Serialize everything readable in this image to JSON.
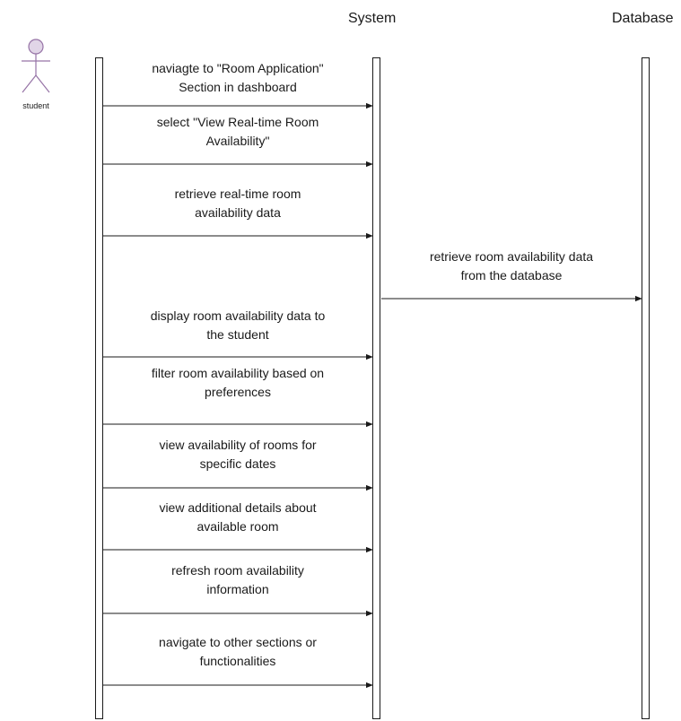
{
  "lanes": {
    "system": "System",
    "database": "Database"
  },
  "actor": {
    "label": "student",
    "icon": "stick-figure-icon",
    "fill": "#e1d5e7",
    "stroke": "#9673a6"
  },
  "messages": [
    {
      "line1": "naviagte to \"Room Application\"",
      "line2": "Section in dashboard",
      "from": "student",
      "to": "system"
    },
    {
      "line1": "select \"View Real-time Room",
      "line2": "Availability\"",
      "from": "student",
      "to": "system"
    },
    {
      "line1": "retrieve real-time room",
      "line2": "availability data",
      "from": "student",
      "to": "system"
    },
    {
      "line1": "retrieve room availability data",
      "line2": "from the database",
      "from": "system",
      "to": "database"
    },
    {
      "line1": "display room availability data to",
      "line2": "the student",
      "from": "student",
      "to": "system"
    },
    {
      "line1": "filter room availability based on",
      "line2": "preferences",
      "from": "student",
      "to": "system"
    },
    {
      "line1": "view availability of rooms for",
      "line2": "specific dates",
      "from": "student",
      "to": "system"
    },
    {
      "line1": "view additional details about",
      "line2": "available room",
      "from": "student",
      "to": "system"
    },
    {
      "line1": "refresh room availability",
      "line2": "information",
      "from": "student",
      "to": "system"
    },
    {
      "line1": "navigate to other sections or",
      "line2": "functionalities",
      "from": "student",
      "to": "system"
    }
  ]
}
